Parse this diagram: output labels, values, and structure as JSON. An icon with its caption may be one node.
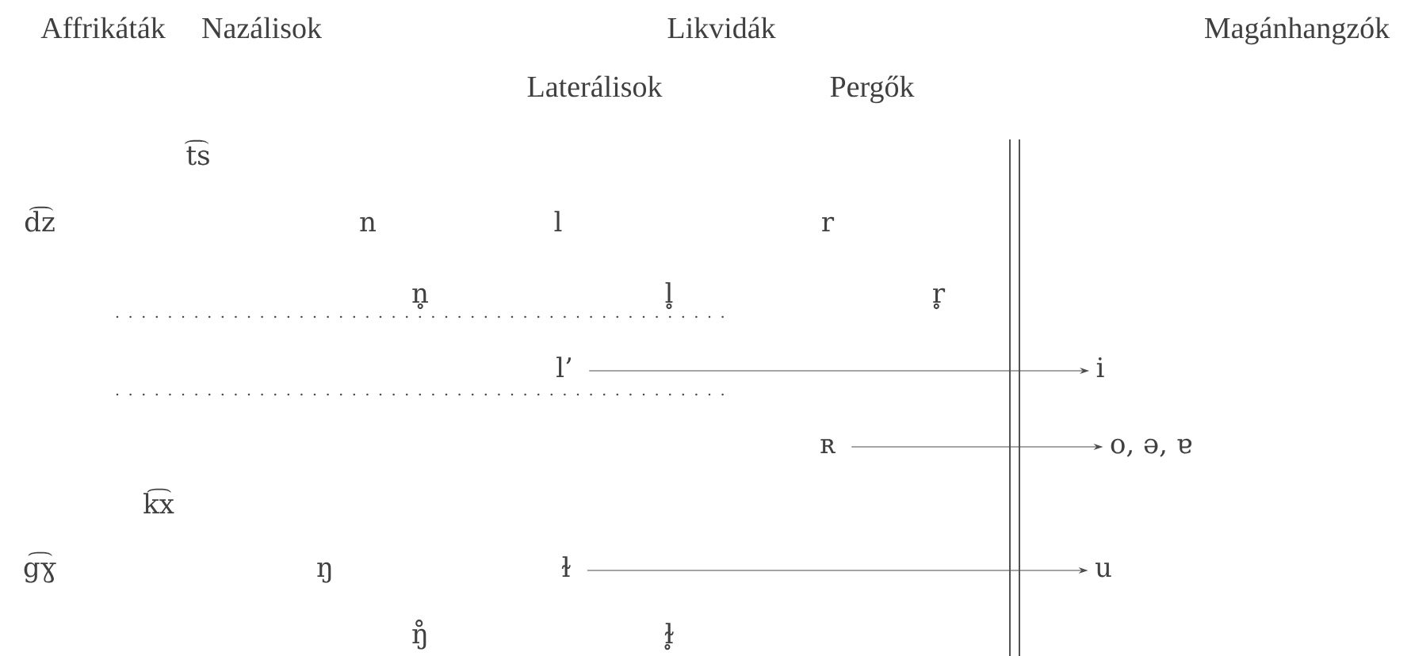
{
  "diagram": {
    "nodes": [
      {
        "text": [
          "l’"
        ]
      },
      {
        "text": [
          "i"
        ]
      },
      {
        "text": [
          "ʀ"
        ]
      },
      {
        "text": [
          "o, ə, ɐ"
        ]
      },
      {
        "text": [
          "ɫ"
        ]
      },
      {
        "text": [
          "u"
        ]
      }
    ],
    "edges": [
      {
        "from": 0,
        "to": 1,
        "arrow": "to"
      },
      {
        "from": 2,
        "to": 3,
        "arrow": "to"
      },
      {
        "from": 4,
        "to": 5,
        "arrow": "to"
      }
    ],
    "labels": [
      "Affrikáták",
      "Nazálisok",
      "Likvidák",
      "Magánhangzók",
      "Laterálisok",
      "Pergők",
      "t͡s",
      "d͡z",
      "n",
      "l",
      "r",
      "n̥",
      "l̥",
      "r̥",
      "k͡x",
      "g͡ɣ",
      "ŋ",
      "ŋ̊",
      "ɫ̥"
    ]
  }
}
